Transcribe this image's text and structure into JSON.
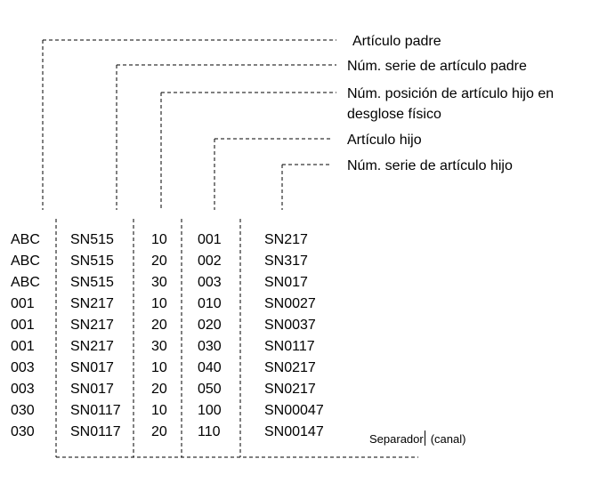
{
  "callouts": [
    {
      "id": "articulo-padre",
      "text": "Artículo padre"
    },
    {
      "id": "num-serie-padre",
      "text": "Núm. serie de artículo padre"
    },
    {
      "id": "num-posicion-hijo-line1",
      "text": "Núm. posición de artículo hijo en"
    },
    {
      "id": "num-posicion-hijo-line2",
      "text": "desglose físico"
    },
    {
      "id": "articulo-hijo",
      "text": "Artículo hijo"
    },
    {
      "id": "num-serie-hijo",
      "text": "Núm. serie de artículo hijo"
    }
  ],
  "rows": [
    [
      "ABC",
      "SN515",
      "10",
      "001",
      "SN217"
    ],
    [
      "ABC",
      "SN515",
      "20",
      "002",
      "SN317"
    ],
    [
      "ABC",
      "SN515",
      "30",
      "003",
      "SN017"
    ],
    [
      "001",
      "SN217",
      "10",
      "010",
      "SN0027"
    ],
    [
      "001",
      "SN217",
      "20",
      "020",
      "SN0037"
    ],
    [
      "001",
      "SN217",
      "30",
      "030",
      "SN0117"
    ],
    [
      "003",
      "SN017",
      "10",
      "040",
      "SN0217"
    ],
    [
      "003",
      "SN017",
      "20",
      "050",
      "SN0217"
    ],
    [
      "030",
      "SN0117",
      "10",
      "100",
      "SN00047"
    ],
    [
      "030",
      "SN0117",
      "20",
      "110",
      "SN00147"
    ]
  ],
  "separator_label": {
    "word": "Separador",
    "paren": "(canal)"
  },
  "colors": {
    "ink": "#000000",
    "dash": "#000000"
  }
}
